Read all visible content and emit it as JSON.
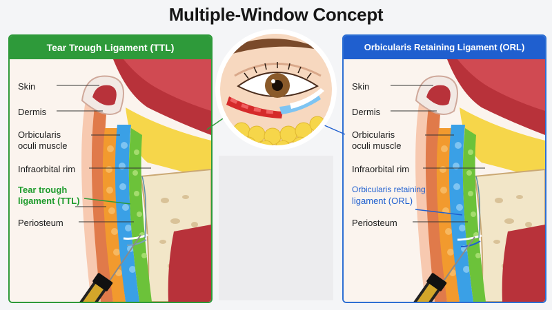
{
  "title": "Multiple-Window Concept",
  "left_panel": {
    "header": "Tear Trough Ligament (TTL)",
    "labels": {
      "skin": "Skin",
      "dermis": "Dermis",
      "orbicularis_1": "Orbicularis",
      "orbicularis_2": "oculi muscle",
      "infraorbital_rim": "Infraorbital rim",
      "ligament_1": "Tear trough",
      "ligament_2": "ligament (TTL)",
      "periosteum": "Periosteum"
    }
  },
  "right_panel": {
    "header": "Orbicularis Retaining Ligament (ORL)",
    "labels": {
      "skin": "Skin",
      "dermis": "Dermis",
      "orbicularis_1": "Orbicularis",
      "orbicularis_2": "oculi muscle",
      "infraorbital_rim": "Infraorbital rim",
      "ligament_1": "Orbicularis retaining",
      "ligament_2": "ligament (ORL)",
      "periosteum": "Periosteum"
    }
  },
  "colors": {
    "ttl_green": "#2e9a3a",
    "orl_blue": "#1f5fcf",
    "muscle_orange": "#f29a2e",
    "muscle_blue": "#3aa0e6",
    "muscle_green": "#6cc23a",
    "bone": "#f2e6c8",
    "fat_yellow": "#f6d64a"
  }
}
